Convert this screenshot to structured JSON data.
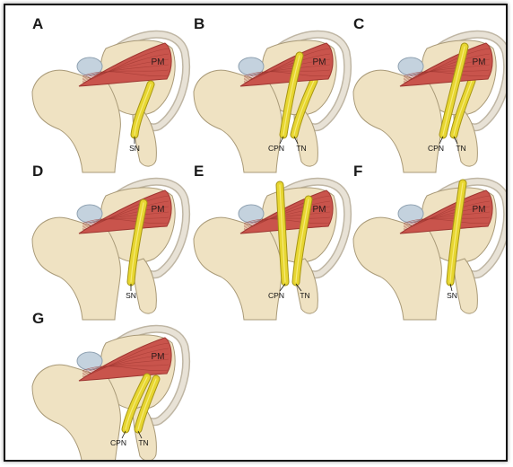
{
  "figure": {
    "panels": [
      {
        "letter": "A",
        "variant": "single-below",
        "muscle_label": "PM",
        "nerve_labels": [
          "SN"
        ]
      },
      {
        "letter": "B",
        "variant": "split-through-below",
        "muscle_label": "PM",
        "nerve_labels": [
          "CPN",
          "TN"
        ]
      },
      {
        "letter": "C",
        "variant": "split-through-above",
        "muscle_label": "PM",
        "nerve_labels": [
          "CPN",
          "TN"
        ]
      },
      {
        "letter": "D",
        "variant": "single-through",
        "muscle_label": "PM",
        "nerve_labels": [
          "SN"
        ]
      },
      {
        "letter": "E",
        "variant": "split-above-below",
        "muscle_label": "PM",
        "nerve_labels": [
          "CPN",
          "TN"
        ]
      },
      {
        "letter": "F",
        "variant": "single-above",
        "muscle_label": "PM",
        "nerve_labels": [
          "SN"
        ]
      },
      {
        "letter": "G",
        "variant": "split-below",
        "muscle_label": "PM",
        "nerve_labels": [
          "CPN",
          "TN"
        ]
      }
    ],
    "colors": {
      "bone": "#efe2c2",
      "bone_stroke": "#a99a78",
      "muscle": "#c9544c",
      "muscle_dark": "#9e3631",
      "nerve": "#e7d631",
      "nerve_stroke": "#a69513",
      "cartilage": "#c4d2de",
      "border": "#111111"
    }
  }
}
